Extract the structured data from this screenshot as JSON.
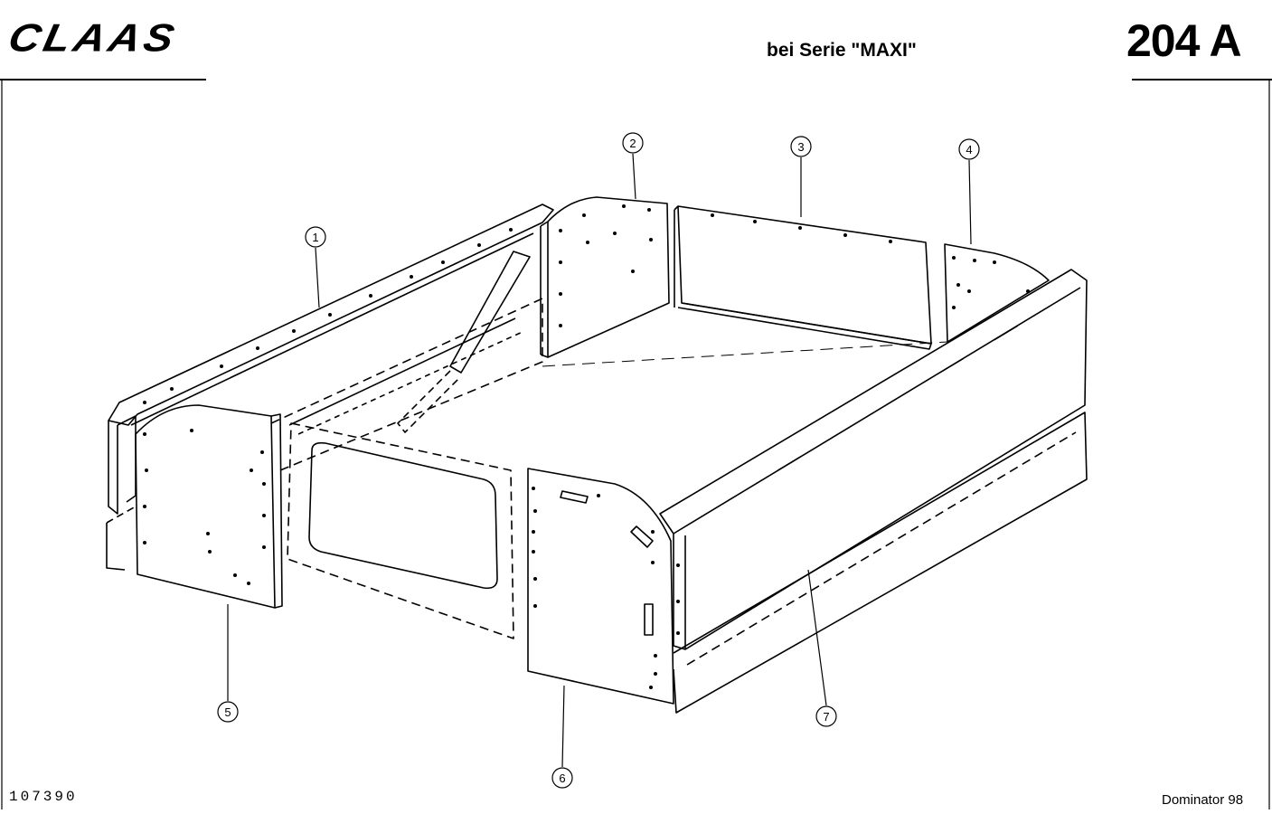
{
  "header": {
    "brand": "CLAAS",
    "series_note": "bei Serie \"MAXI\"",
    "page_code": "204 A"
  },
  "footer": {
    "drawing_number": "107390",
    "model": "Dominator 98"
  },
  "callouts": [
    "1",
    "2",
    "3",
    "4",
    "5",
    "6",
    "7"
  ]
}
